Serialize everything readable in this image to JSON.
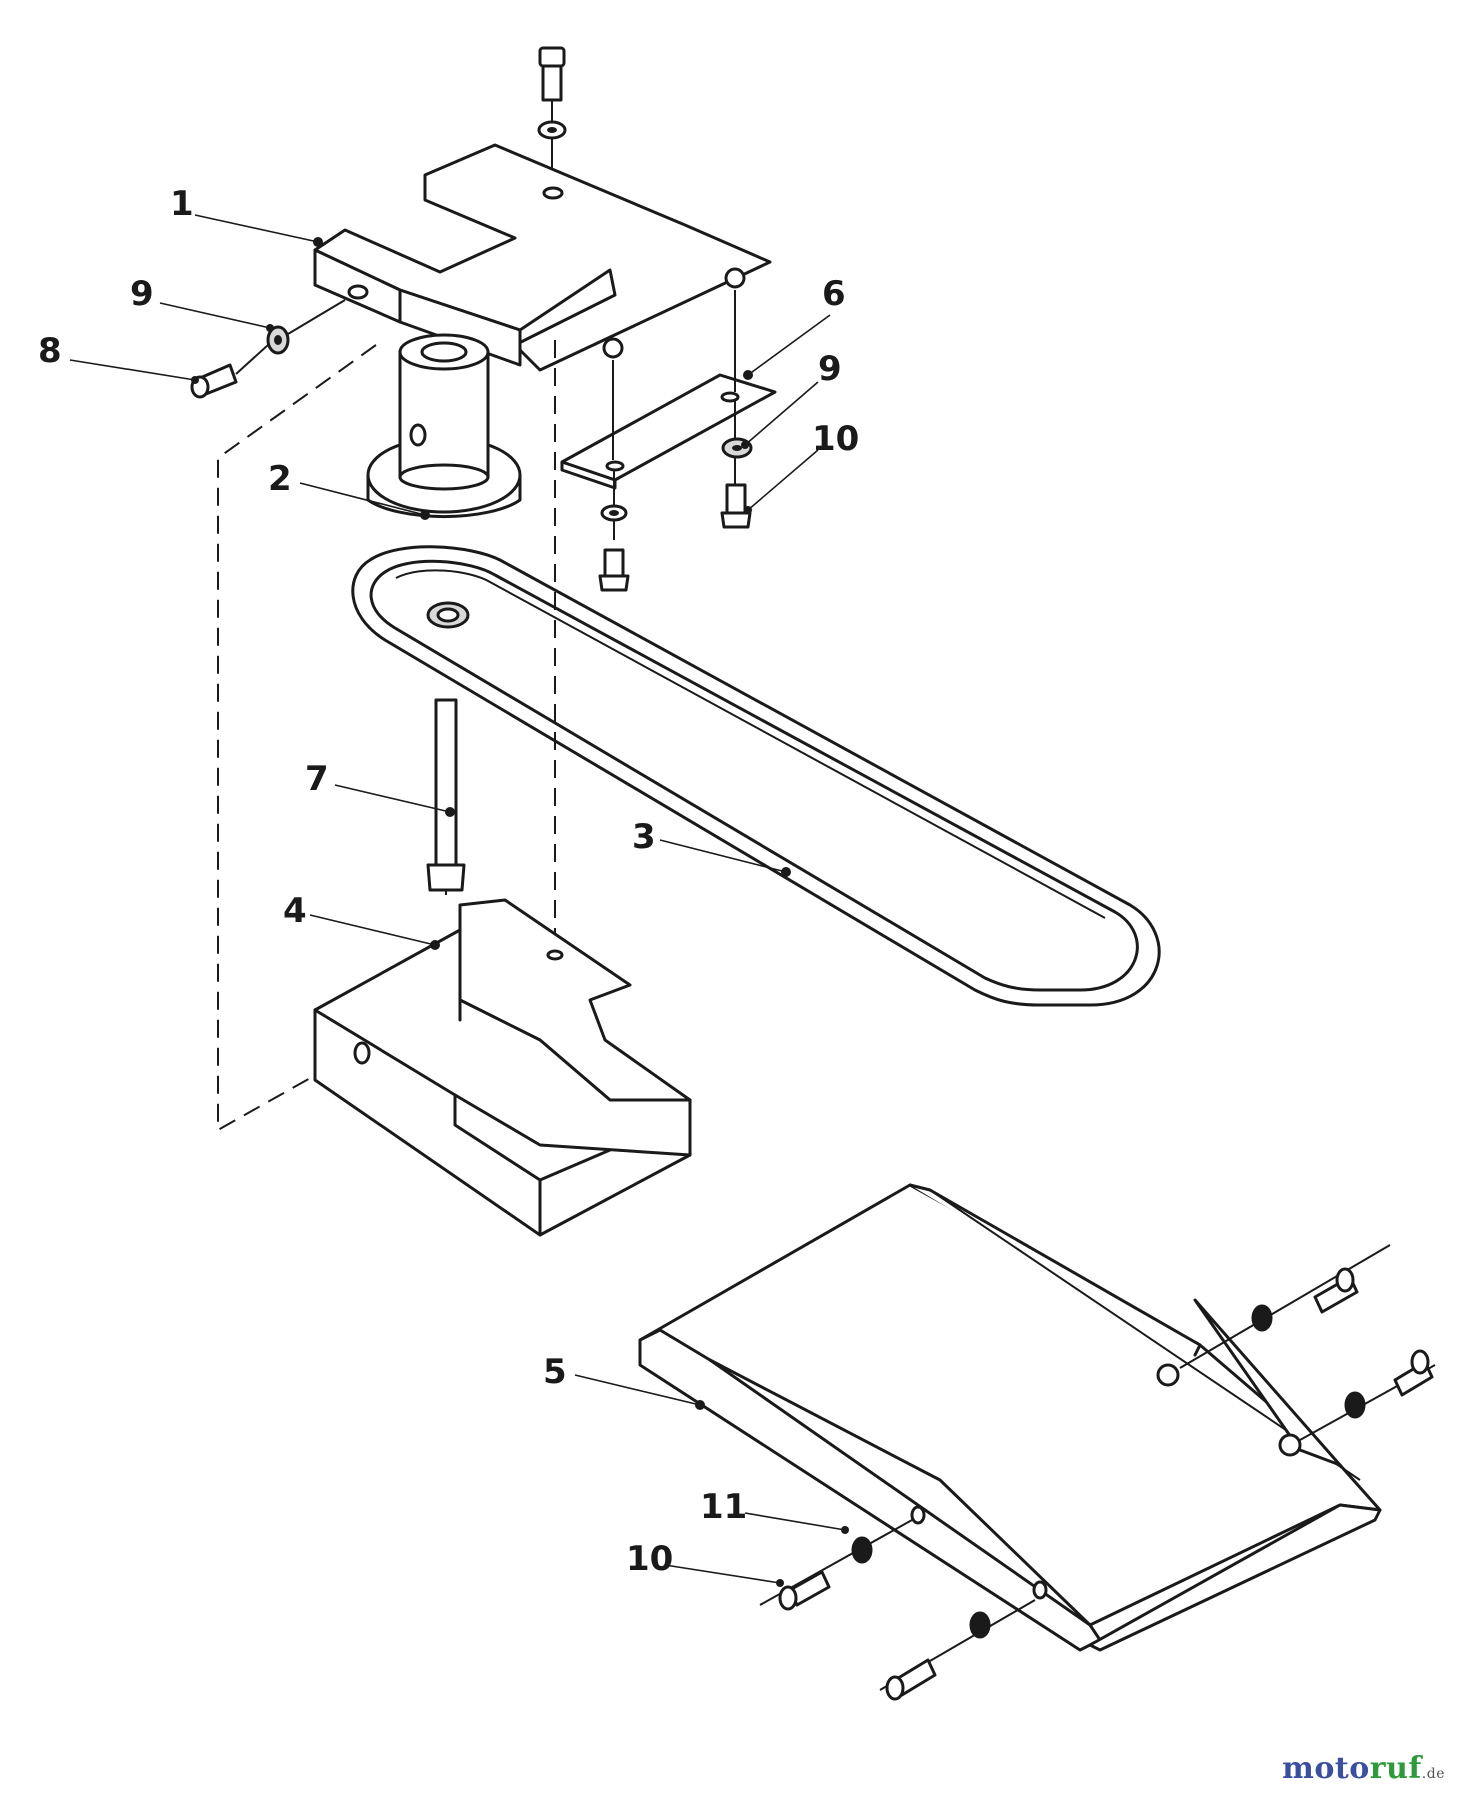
{
  "callouts": [
    {
      "id": "1",
      "label": "1"
    },
    {
      "id": "2",
      "label": "2"
    },
    {
      "id": "3",
      "label": "3"
    },
    {
      "id": "4",
      "label": "4"
    },
    {
      "id": "5",
      "label": "5"
    },
    {
      "id": "6",
      "label": "6"
    },
    {
      "id": "7",
      "label": "7"
    },
    {
      "id": "8",
      "label": "8"
    },
    {
      "id": "9a",
      "label": "9"
    },
    {
      "id": "9b",
      "label": "9"
    },
    {
      "id": "10a",
      "label": "10"
    },
    {
      "id": "10b",
      "label": "10"
    },
    {
      "id": "11",
      "label": "11"
    }
  ],
  "watermark": {
    "part1": "moto",
    "part2": "ruf",
    "tld": ".de",
    "color1": "#3a4fa0",
    "color2": "#2f9a3a"
  },
  "colors": {
    "line": "#1a1a1a",
    "background": "#ffffff"
  }
}
